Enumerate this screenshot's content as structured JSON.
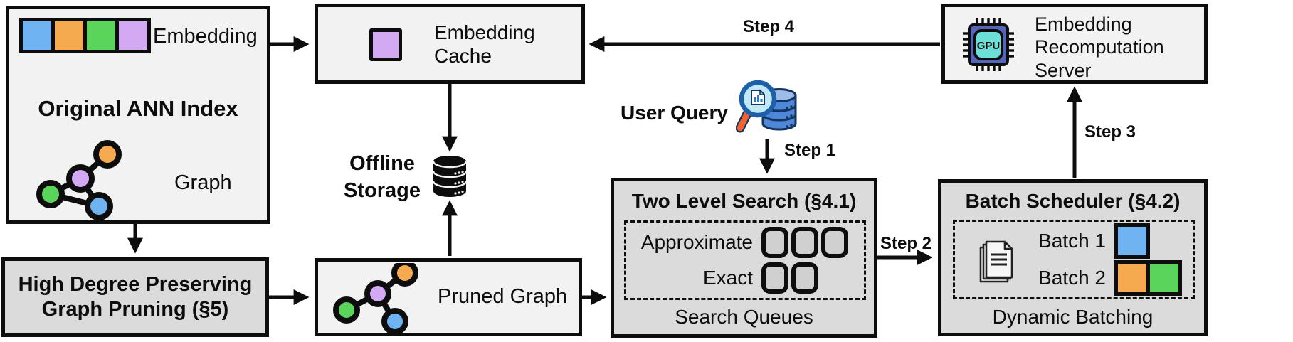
{
  "colors": {
    "blue": "#6FB3F2",
    "orange": "#F6AA4F",
    "green": "#5BD45B",
    "purple": "#D2A9F2",
    "box-light": "#F2F2F2",
    "box-gray": "#DBDBDB",
    "slot-fill": "#D0D0D0",
    "gpu-chip-body": "#5566B8",
    "gpu-chip-core": "#6CE0D8",
    "query-db-body": "#4E86D8",
    "query-db-top": "#9DBCE8",
    "query-lens": "#BFE9F7",
    "query-handle": "#F2622E",
    "query-rim": "#1D5FA8"
  },
  "original_index": {
    "title": "Original ANN Index",
    "embedding_label": "Embedding",
    "graph_label": "Graph",
    "embedding_cells": [
      "blue",
      "orange",
      "green",
      "purple"
    ]
  },
  "pruning": {
    "label": "High Degree Preserving Graph Pruning (§5)"
  },
  "embedding_cache": {
    "label": "Embedding Cache"
  },
  "offline_storage": {
    "label": "Offline Storage"
  },
  "pruned_graph": {
    "label": "Pruned Graph"
  },
  "user_query": {
    "label": "User Query"
  },
  "steps": {
    "step1": "Step 1",
    "step2": "Step 2",
    "step3": "Step 3",
    "step4": "Step 4"
  },
  "two_level_search": {
    "title": "Two Level Search (§4.1)",
    "rows": [
      {
        "label": "Approximate",
        "queues": 3
      },
      {
        "label": "Exact",
        "queues": 2
      }
    ],
    "footer": "Search Queues"
  },
  "batch_scheduler": {
    "title": "Batch Scheduler (§4.2)",
    "batches": [
      {
        "label": "Batch 1",
        "colors": [
          "blue"
        ]
      },
      {
        "label": "Batch 2",
        "colors": [
          "orange",
          "green"
        ]
      }
    ],
    "footer": "Dynamic Batching"
  },
  "recompute_server": {
    "label": "Embedding Recomputation Server",
    "gpu_text": "GPU"
  }
}
